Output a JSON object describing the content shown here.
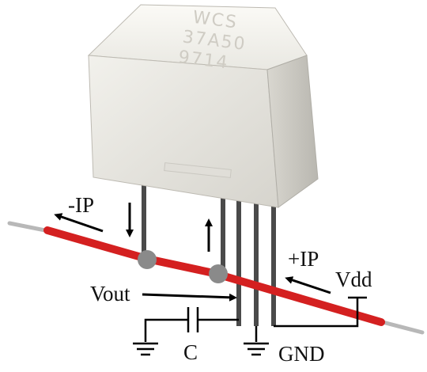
{
  "component": {
    "marking_lines": [
      "WCS",
      "37A50",
      "9714"
    ]
  },
  "labels": {
    "minus_ip": "-IP",
    "plus_ip": "+IP",
    "vout": "Vout",
    "vdd": "Vdd",
    "capacitor": "C",
    "gnd": "GND"
  },
  "colors": {
    "conductor": "#d42020",
    "wire_lead": "#b8b8b8",
    "body": "#ecebe6",
    "pin": "#4a4a4a",
    "contact_dot": "#8a8a8a",
    "ink": "#000000"
  }
}
